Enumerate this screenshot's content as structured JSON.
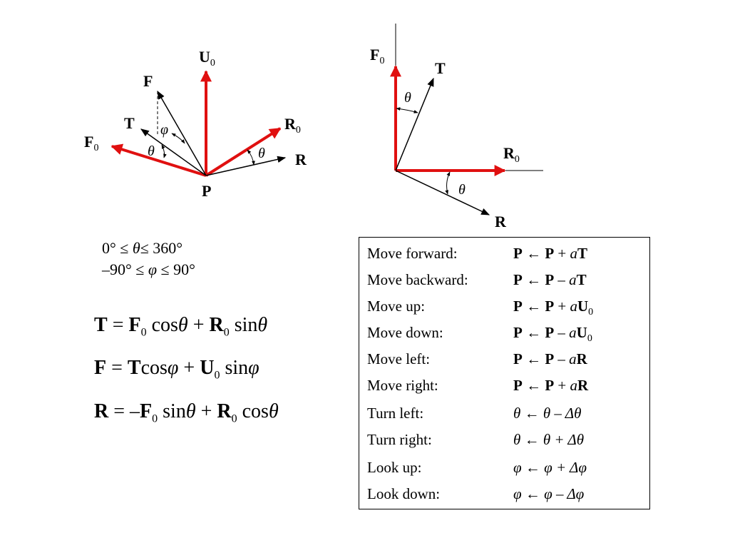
{
  "diagram_left": {
    "labels": {
      "u0": "U",
      "u0_sub": "0",
      "f": "F",
      "t": "T",
      "phi": "φ",
      "f0": "F",
      "f0_sub": "0",
      "theta_left": "θ",
      "r0": "R",
      "r0_sub": "0",
      "theta_right": "θ",
      "r": "R",
      "p": "P"
    },
    "colors": {
      "basis": "#e01010",
      "vector": "#000000"
    }
  },
  "diagram_right": {
    "labels": {
      "f0": "F",
      "f0_sub": "0",
      "t": "T",
      "theta_top": "θ",
      "r0": "R",
      "r0_sub": "0",
      "theta_bottom": "θ",
      "r": "R"
    }
  },
  "ranges": {
    "theta_lo": "0° ≤ ",
    "theta_var": "θ",
    "theta_hi": "≤ 360°",
    "phi_lo": "–90° ≤ ",
    "phi_var": "φ",
    "phi_hi": " ≤ 90°"
  },
  "equations": {
    "eq1": {
      "lhs": "T",
      "eq": " = ",
      "a": "F",
      "a_sub": "0",
      "f1": " cos",
      "v1": "θ",
      "plus": " + ",
      "b": "R",
      "b_sub": "0",
      "f2": " sin",
      "v2": "θ"
    },
    "eq2": {
      "lhs": "F",
      "eq": " = ",
      "a": "T",
      "f1": "cos",
      "v1": "φ",
      "plus": " + ",
      "b": "U",
      "b_sub": "0",
      "f2": " sin",
      "v2": "φ"
    },
    "eq3": {
      "lhs": "R",
      "eq": " = –",
      "a": "F",
      "a_sub": "0",
      "f1": " sin",
      "v1": "θ",
      "plus": " + ",
      "b": "R",
      "b_sub": "0",
      "f2": " cos",
      "v2": "θ"
    }
  },
  "controls": [
    {
      "action": "Move forward:",
      "lhs": "P",
      "arrow": " ← ",
      "p": "P",
      "op": " + ",
      "coef": "a",
      "vec": "T",
      "vec_sub": ""
    },
    {
      "action": "Move backward:",
      "lhs": "P",
      "arrow": " ← ",
      "p": "P",
      "op": " – ",
      "coef": "a",
      "vec": "T",
      "vec_sub": ""
    },
    {
      "action": "Move up:",
      "lhs": "P",
      "arrow": " ← ",
      "p": "P",
      "op": " + ",
      "coef": "a",
      "vec": "U",
      "vec_sub": "0"
    },
    {
      "action": "Move down:",
      "lhs": "P",
      "arrow": " ← ",
      "p": "P",
      "op": " – ",
      "coef": "a",
      "vec": "U",
      "vec_sub": "0"
    },
    {
      "action": "Move left:",
      "lhs": "P",
      "arrow": " ← ",
      "p": "P",
      "op": " – ",
      "coef": "a",
      "vec": "R",
      "vec_sub": ""
    },
    {
      "action": "Move right:",
      "lhs": "P",
      "arrow": " ← ",
      "p": "P",
      "op": " + ",
      "coef": "a",
      "vec": "R",
      "vec_sub": ""
    },
    {
      "action": "Turn left:",
      "rule": "θ ← θ – Δθ"
    },
    {
      "action": "Turn right:",
      "rule": "θ ← θ + Δθ"
    },
    {
      "action": "Look up:",
      "rule": "φ ← φ + Δφ"
    },
    {
      "action": "Look down:",
      "rule": "φ ← φ – Δφ"
    }
  ]
}
